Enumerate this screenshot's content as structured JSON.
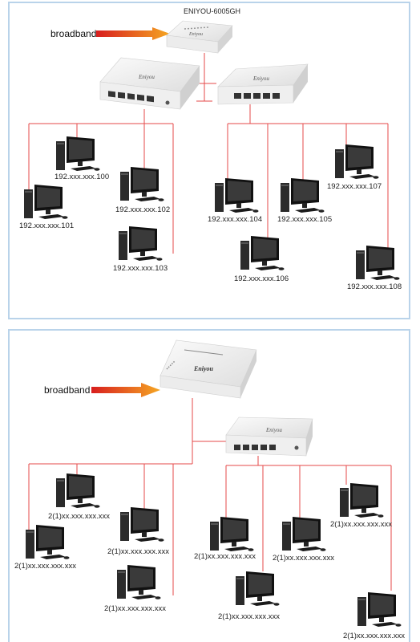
{
  "diagram1": {
    "router_model": "ENIYOU-6005GH",
    "broadband_label": "broadband",
    "brand": "Eniyou",
    "ips": {
      "pc100": "192.xxx.xxx.100",
      "pc101": "192.xxx.xxx.101",
      "pc102": "192.xxx.xxx.102",
      "pc103": "192.xxx.xxx.103",
      "pc104": "192.xxx.xxx.104",
      "pc105": "192.xxx.xxx.105",
      "pc106": "192.xxx.xxx.106",
      "pc107": "192.xxx.xxx.107",
      "pc108": "192.xxx.xxx.108"
    }
  },
  "diagram2": {
    "broadband_label": "broadband",
    "brand": "Eniyou",
    "pc_label": "2(1)xx.xxx.xxx.xxx"
  },
  "colors": {
    "line": "#e64a4a",
    "border": "#b9d3ea",
    "arrow_start": "#d81e1e",
    "arrow_end": "#f5a623"
  }
}
